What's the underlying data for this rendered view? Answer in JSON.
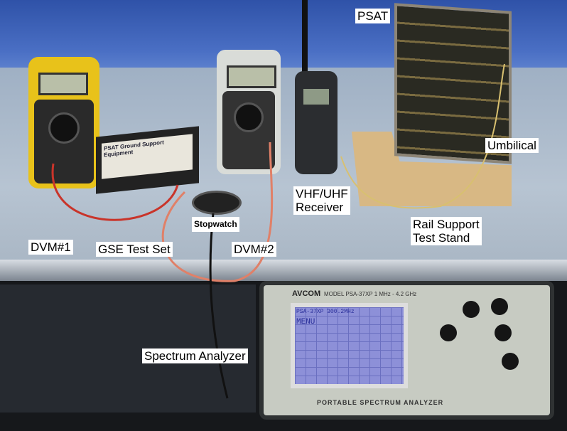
{
  "labels": {
    "psat": "PSAT",
    "umbilical": "Umbilical",
    "receiver_line1": "VHF/UHF",
    "receiver_line2": "Receiver",
    "stand_line1": "Rail Support",
    "stand_line2": "Test Stand",
    "stopwatch": "Stopwatch",
    "dvm1": "DVM#1",
    "gse": "GSE Test Set",
    "dvm2": "DVM#2",
    "spectrum": "Spectrum Analyzer"
  },
  "equipment_text": {
    "gse_plate": "PSAT Ground Support Equipment",
    "sa_brand": "AVCOM",
    "sa_model": "MODEL PSA-37XP  1 MHz - 4.2 GHz",
    "sa_screen_title": "PSA-37XP  300.2MHz",
    "sa_screen_menu": "MENU",
    "sa_footer": "PORTABLE SPECTRUM ANALYZER"
  }
}
